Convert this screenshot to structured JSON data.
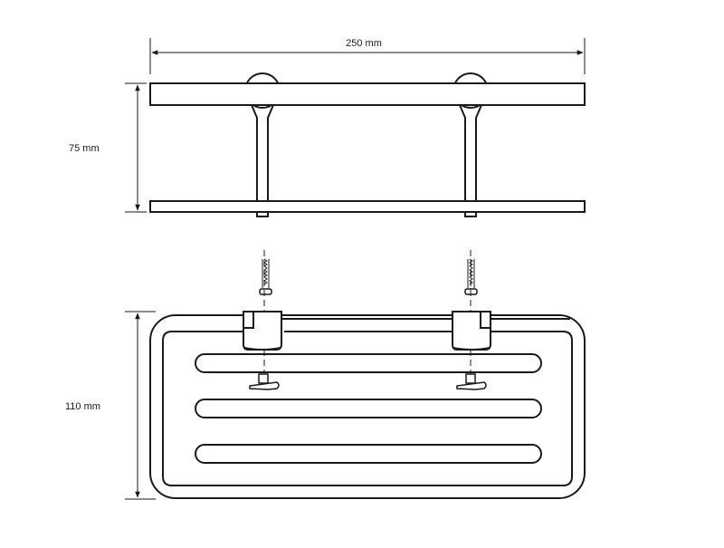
{
  "dimensions": {
    "width": "250 mm",
    "height": "75 mm",
    "depth": "110 mm"
  },
  "colors": {
    "line": "#1a1a1a",
    "background": "#ffffff"
  }
}
